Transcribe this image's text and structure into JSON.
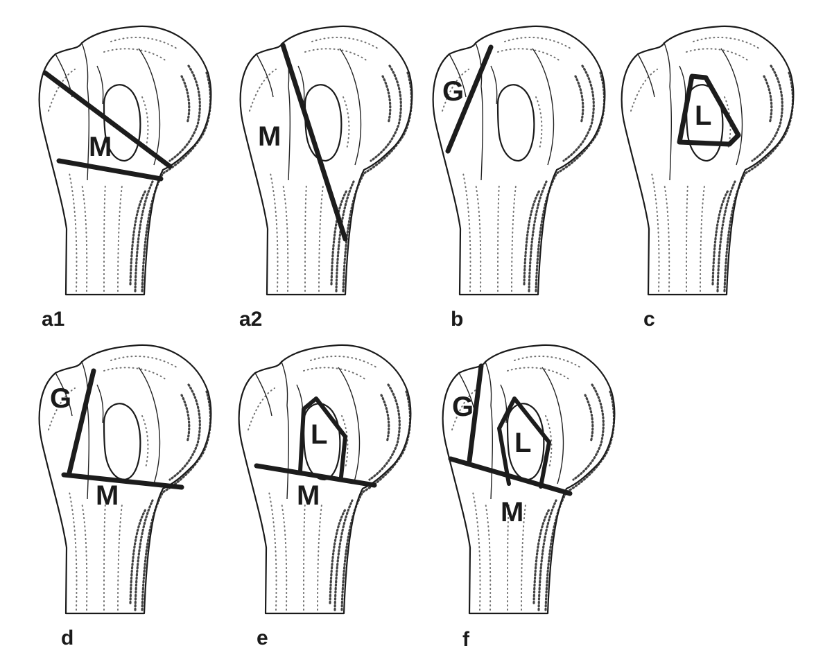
{
  "panels": [
    {
      "label": "a1",
      "fragments": [
        "M"
      ]
    },
    {
      "label": "a2",
      "fragments": [
        "M"
      ]
    },
    {
      "label": "b",
      "fragments": [
        "G"
      ]
    },
    {
      "label": "c",
      "fragments": [
        "L"
      ]
    },
    {
      "label": "d",
      "fragments": [
        "G",
        "M"
      ]
    },
    {
      "label": "e",
      "fragments": [
        "L",
        "M"
      ]
    },
    {
      "label": "f",
      "fragments": [
        "G",
        "L",
        "M"
      ]
    }
  ]
}
